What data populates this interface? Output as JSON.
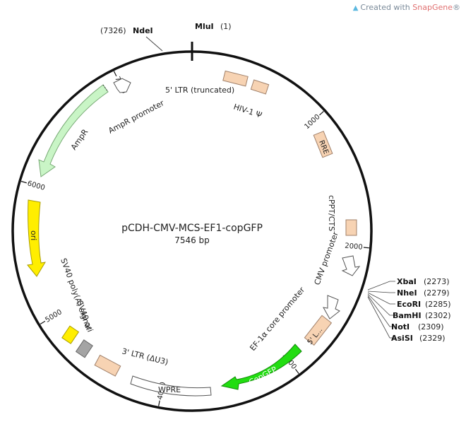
{
  "header": {
    "credit_prefix": "Created with ",
    "credit_brand": "SnapGene",
    "credit_suffix": "®"
  },
  "plasmid": {
    "name": "pCDH-CMV-MCS-EF1-copGFP",
    "size_label": "7546 bp",
    "length_bp": 7546
  },
  "ticks": [
    {
      "label": "1000",
      "pos": 1000
    },
    {
      "label": "2000",
      "pos": 2000
    },
    {
      "label": "3000",
      "pos": 3000
    },
    {
      "label": "4000",
      "pos": 4000
    },
    {
      "label": "5000",
      "pos": 5000
    },
    {
      "label": "6000",
      "pos": 6000
    },
    {
      "label": "7000",
      "pos": 7000
    }
  ],
  "sites_top": [
    {
      "name": "MluI",
      "position": "(1)"
    },
    {
      "name": "NdeI",
      "position": "(7326)"
    }
  ],
  "sites_right": [
    {
      "name": "XbaI",
      "position": "(2273)"
    },
    {
      "name": "NheI",
      "position": "(2279)"
    },
    {
      "name": "EcoRI",
      "position": "(2285)"
    },
    {
      "name": "BamHI",
      "position": "(2302)"
    },
    {
      "name": "NotI",
      "position": "(2309)"
    },
    {
      "name": "AsiSI",
      "position": "(2329)"
    }
  ],
  "features": {
    "ltr5": "5' LTR (truncated)",
    "hiv_psi": "HIV-1 Ψ",
    "rre": "RRE",
    "cppt": "cPPT/CTS",
    "cmv": "CMV promoter",
    "ef1": "EF-1α core promoter",
    "five_l": "5' L...",
    "copgfp": "CopGFP",
    "wpre": "WPRE",
    "ltr3": "3' LTR (ΔU3)",
    "sv40ori": "SV40 ori",
    "sv40polya": "SV40 poly(A) signal",
    "ori": "ori",
    "ampr": "AmpR",
    "ampr_promoter": "AmpR promoter"
  },
  "colors": {
    "backbone": "#111111",
    "misc_feature": "#f7d3b3",
    "marker": "#c9f5c6",
    "origin": "#ffee00",
    "reporter": "#22dd11",
    "sv40_ori": "#a4a4a4",
    "promoter": "#ffffff"
  }
}
